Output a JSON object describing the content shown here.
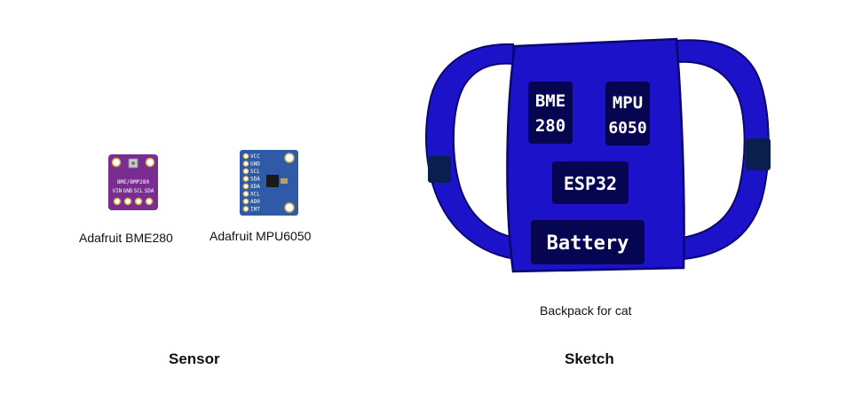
{
  "sensors": {
    "bme280": {
      "caption": "Adafruit BME280",
      "silkscreen": "BME/BMP280",
      "pins": [
        "VIN",
        "GND",
        "SCL",
        "SDA"
      ],
      "board_color": "#7a2d91"
    },
    "mpu6050": {
      "caption": "Adafruit MPU6050",
      "pins": [
        "VCC",
        "GND",
        "SCL",
        "SDA",
        "XDA",
        "XCL",
        "AD0",
        "INT"
      ],
      "board_color": "#2e5aa8"
    }
  },
  "sketch": {
    "caption": "Backpack for cat",
    "labels": {
      "bme": "BME",
      "bme_num": "280",
      "mpu": "MPU",
      "mpu_num": "6050",
      "esp": "ESP32",
      "battery": "Battery"
    },
    "body_color": "#1c12c9",
    "outline_color": "#0b0770",
    "module_color": "#050552",
    "strap_color": "#0a1f4e"
  },
  "sections": {
    "sensor": "Sensor",
    "sketch": "Sketch"
  }
}
